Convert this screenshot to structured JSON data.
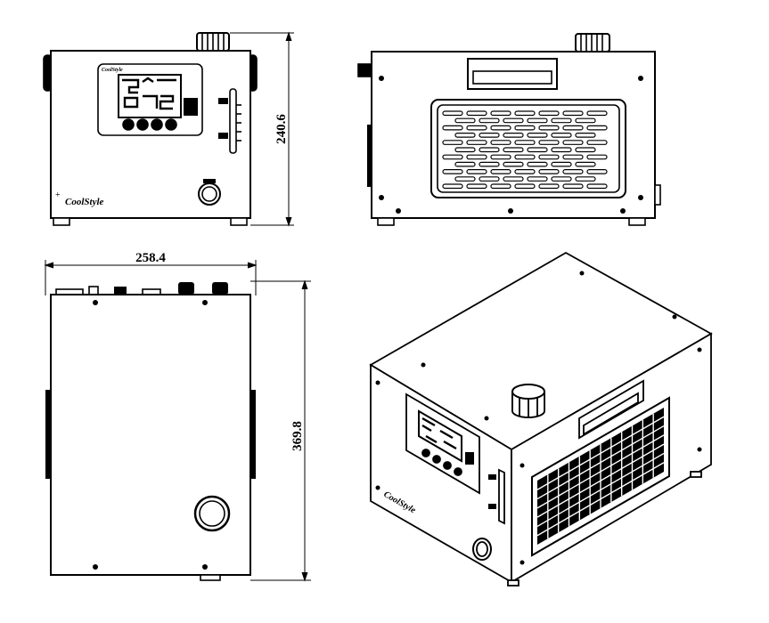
{
  "dimensions": {
    "height": "240.6",
    "width": "258.4",
    "depth": "369.8"
  },
  "brand": {
    "logo": "CoolStyle"
  },
  "colors": {
    "line": "#000000",
    "background": "#ffffff"
  }
}
